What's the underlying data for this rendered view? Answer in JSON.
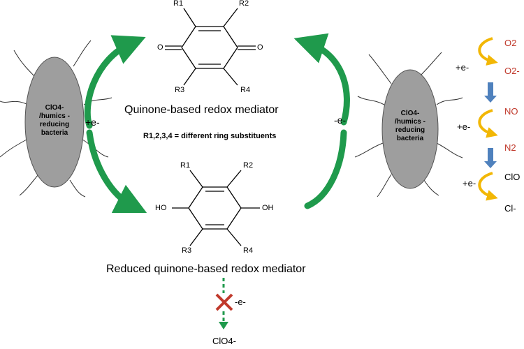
{
  "bacteria_left": {
    "line1": "ClO4-",
    "line2": "/humics -",
    "line3": "reducing",
    "line4": "bacteria"
  },
  "bacteria_right": {
    "line1": "ClO4-",
    "line2": "/humics -",
    "line3": "reducing",
    "line4": "bacteria"
  },
  "electron_left": "+e-",
  "electron_right": "-e-",
  "blocked_transfer": "-e-",
  "oxidized_mediator_label": "Quinone-based redox mediator",
  "substituent_note": "R1,2,3,4 = different ring substituents",
  "reduced_mediator_label": "Reduced quinone-based redox mediator",
  "perchlorate_product": "ClO4-",
  "oxidized_structure": {
    "r1": "R1",
    "r2": "R2",
    "r3": "R3",
    "r4": "R4",
    "left_group": "O",
    "right_group": "O"
  },
  "reduced_structure": {
    "r1": "R1",
    "r2": "R2",
    "r3": "R3",
    "r4": "R4",
    "left_group": "HO",
    "right_group": "OH"
  },
  "reduction_chain": {
    "electron_labels": [
      "+e-",
      "+e-",
      "+e-"
    ],
    "species": [
      "O2",
      "O2-",
      "NO",
      "N2",
      "ClO",
      "Cl-"
    ]
  },
  "colors": {
    "arrow_green": "#1f9a4c",
    "bacterium_gray": "#9e9e9e",
    "curve_yellow": "#f2b705",
    "chain_arrow_blue": "#4f81bd",
    "species_red": "#c0392b",
    "cross_red": "#c0392b"
  }
}
